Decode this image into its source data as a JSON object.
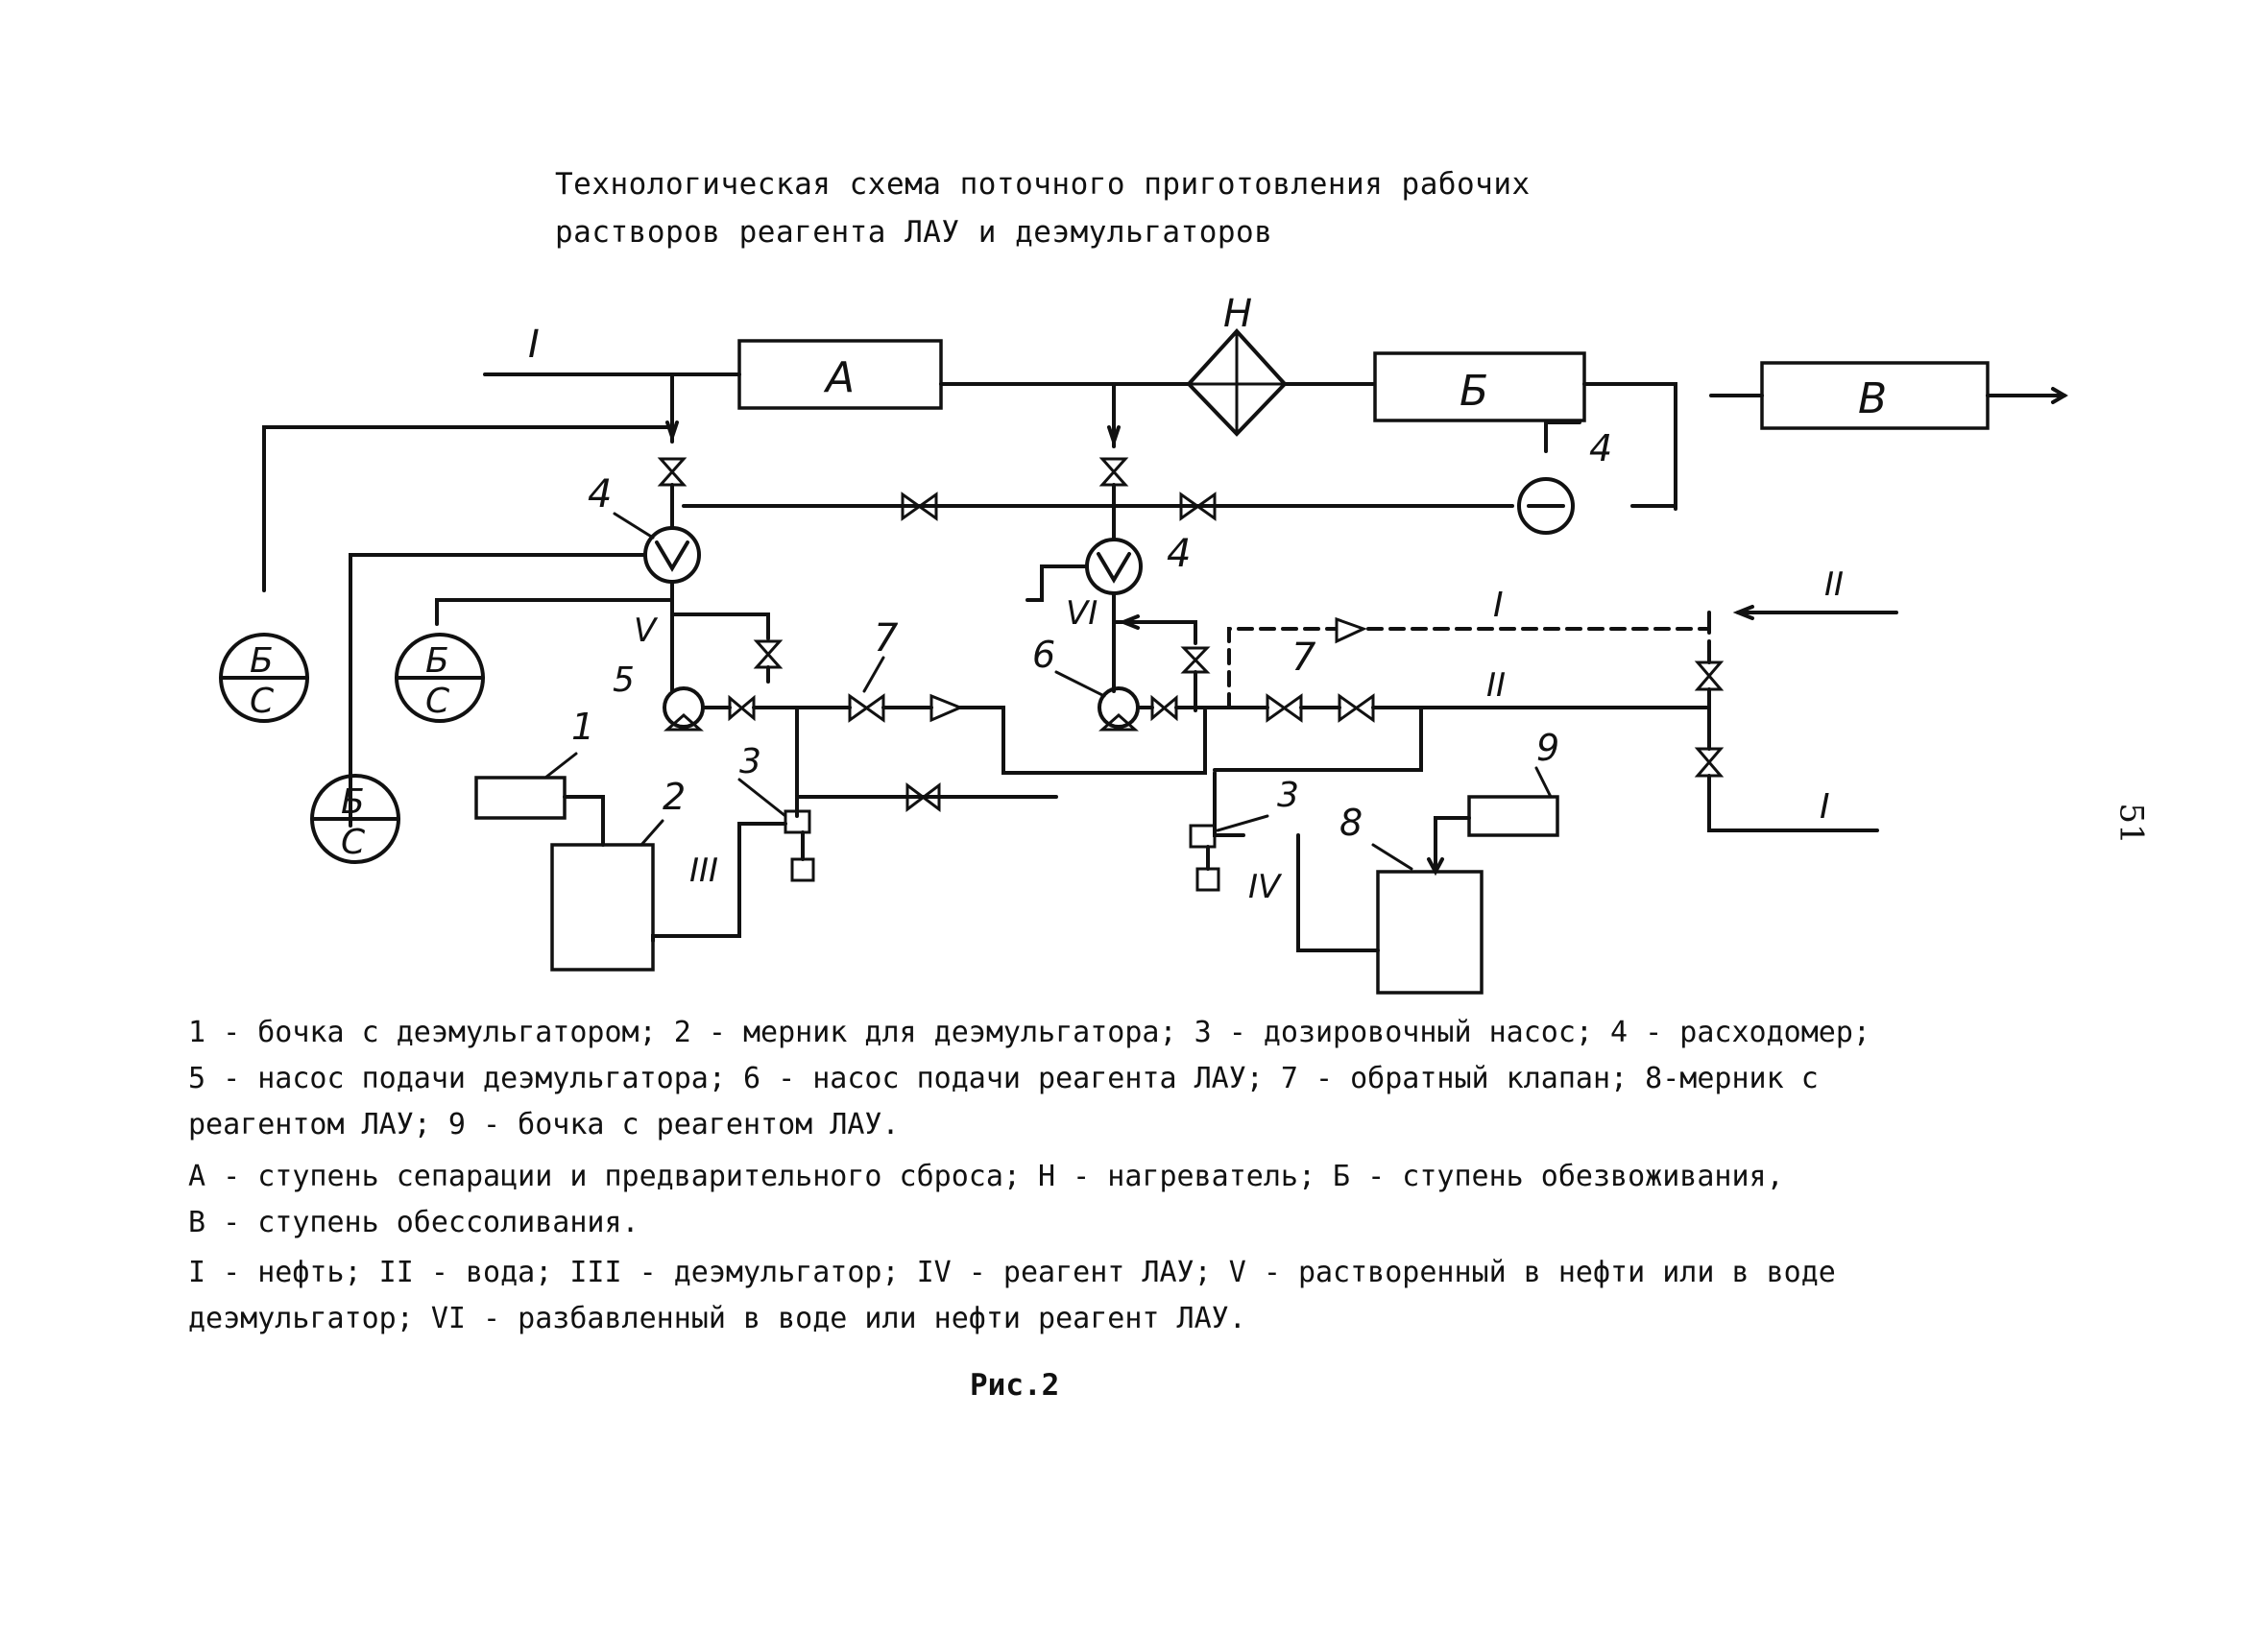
{
  "title": {
    "line1": "Технологическая схема поточного приготовления рабочих",
    "line2": "растворов реагента ЛАУ и деэмульгаторов"
  },
  "diagram": {
    "blocks": {
      "a": "А",
      "b": "Б",
      "v": "В"
    },
    "heater": "Н",
    "tanks_label": {
      "top": "Б",
      "bottom": "С"
    },
    "numbers": {
      "n1": "1",
      "n2": "2",
      "n3": "3",
      "n4": "4",
      "n5": "5",
      "n6": "6",
      "n7": "7",
      "n8": "8",
      "n9": "9"
    },
    "streams": {
      "I": "I",
      "II": "II",
      "III": "III",
      "IV": "IV",
      "V": "V",
      "VI": "VI"
    }
  },
  "legend": {
    "line1": "1 - бочка с деэмульгатором; 2 - мерник для деэмульгатора; 3 - дозировочный насос; 4 - расходомер;",
    "line2": "5 - насос подачи деэмульгатора; 6 - насос подачи реагента ЛАУ; 7 - обратный клапан; 8-мерник с",
    "line3": "реагентом ЛАУ; 9 - бочка с реагентом ЛАУ.",
    "line4": "А - ступень сепарации и предварительного сброса; Н - нагреватель; Б - ступень обезвоживания,",
    "line5": "В - ступень обессоливания.",
    "line6": "I - нефть; II - вода; III - деэмульгатор; IV - реагент ЛАУ; V - растворенный в нефти или в воде",
    "line7": "деэмульгатор; VI - разбавленный в воде или нефти реагент ЛАУ."
  },
  "figure_caption": "Рис.2",
  "page_number": "51"
}
